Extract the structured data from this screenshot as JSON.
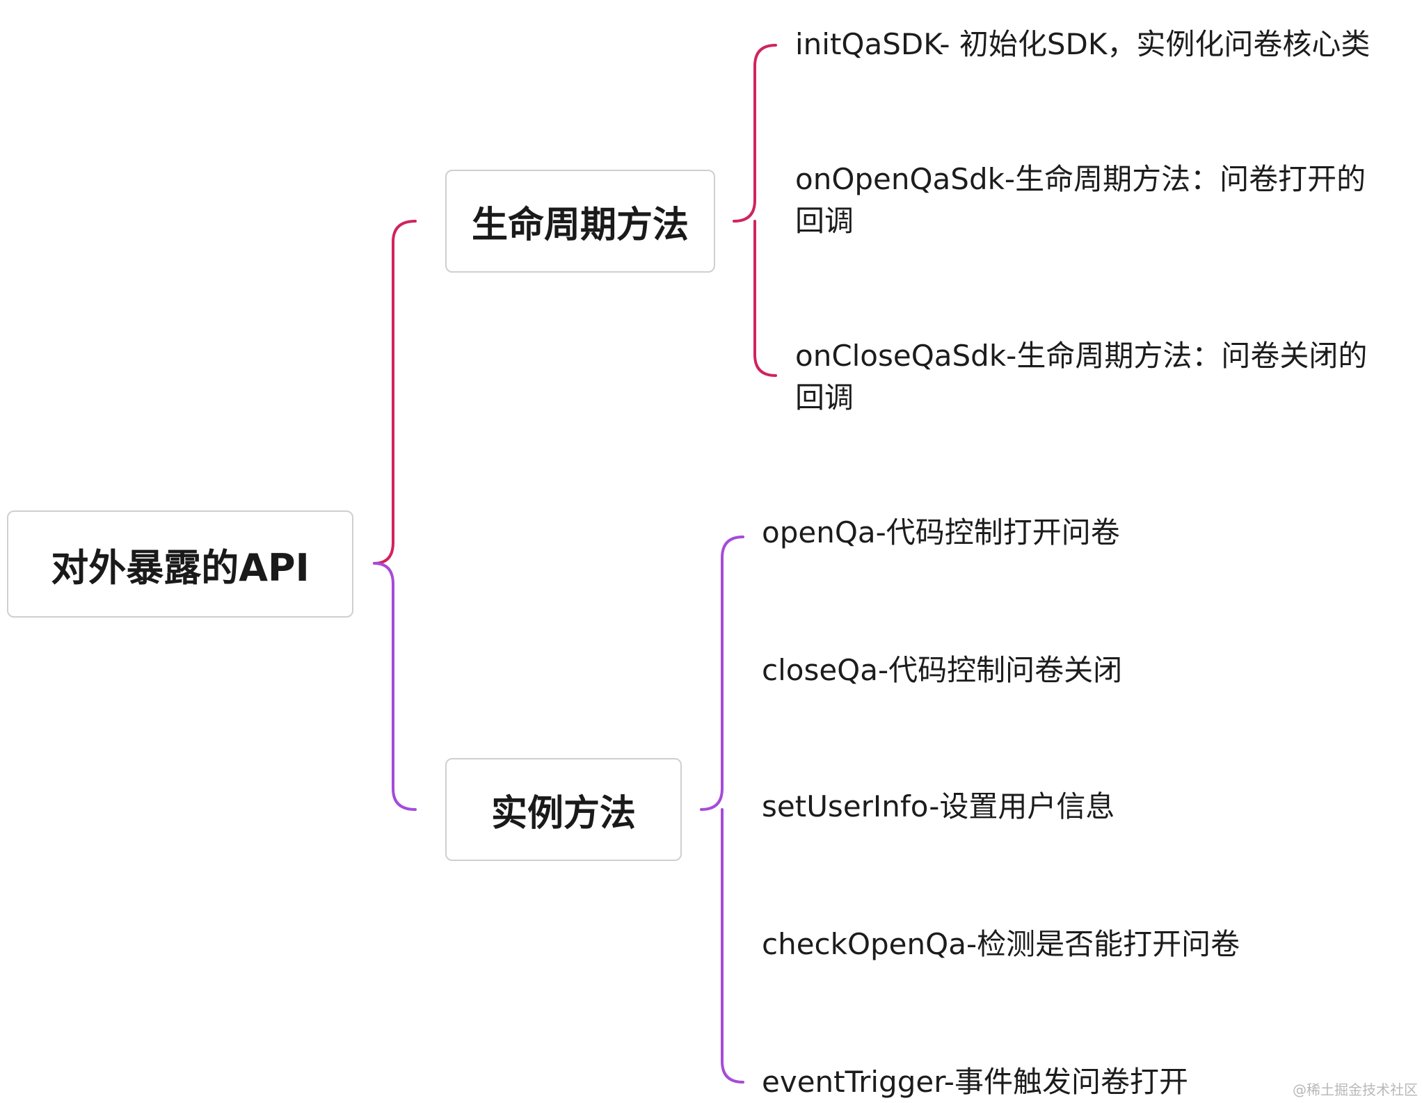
{
  "diagram": {
    "root": "对外暴露的API",
    "lifecycle": {
      "title": "生命周期方法",
      "items": [
        "initQaSDK- 初始化SDK，实例化问卷核心类",
        "onOpenQaSdk-生命周期方法：问卷打开的回调",
        "onCloseQaSdk-生命周期方法：问卷关闭的回调"
      ]
    },
    "instance": {
      "title": "实例方法",
      "items": [
        "openQa-代码控制打开问卷",
        "closeQa-代码控制问卷关闭",
        "setUserInfo-设置用户信息",
        "checkOpenQa-检测是否能打开问卷",
        "eventTrigger-事件触发问卷打开"
      ]
    },
    "colors": {
      "lifecycle_branch": "#d0245f",
      "instance_branch": "#a64bd8",
      "node_border": "#cfcfcf"
    }
  },
  "watermark": "@稀土掘金技术社区"
}
